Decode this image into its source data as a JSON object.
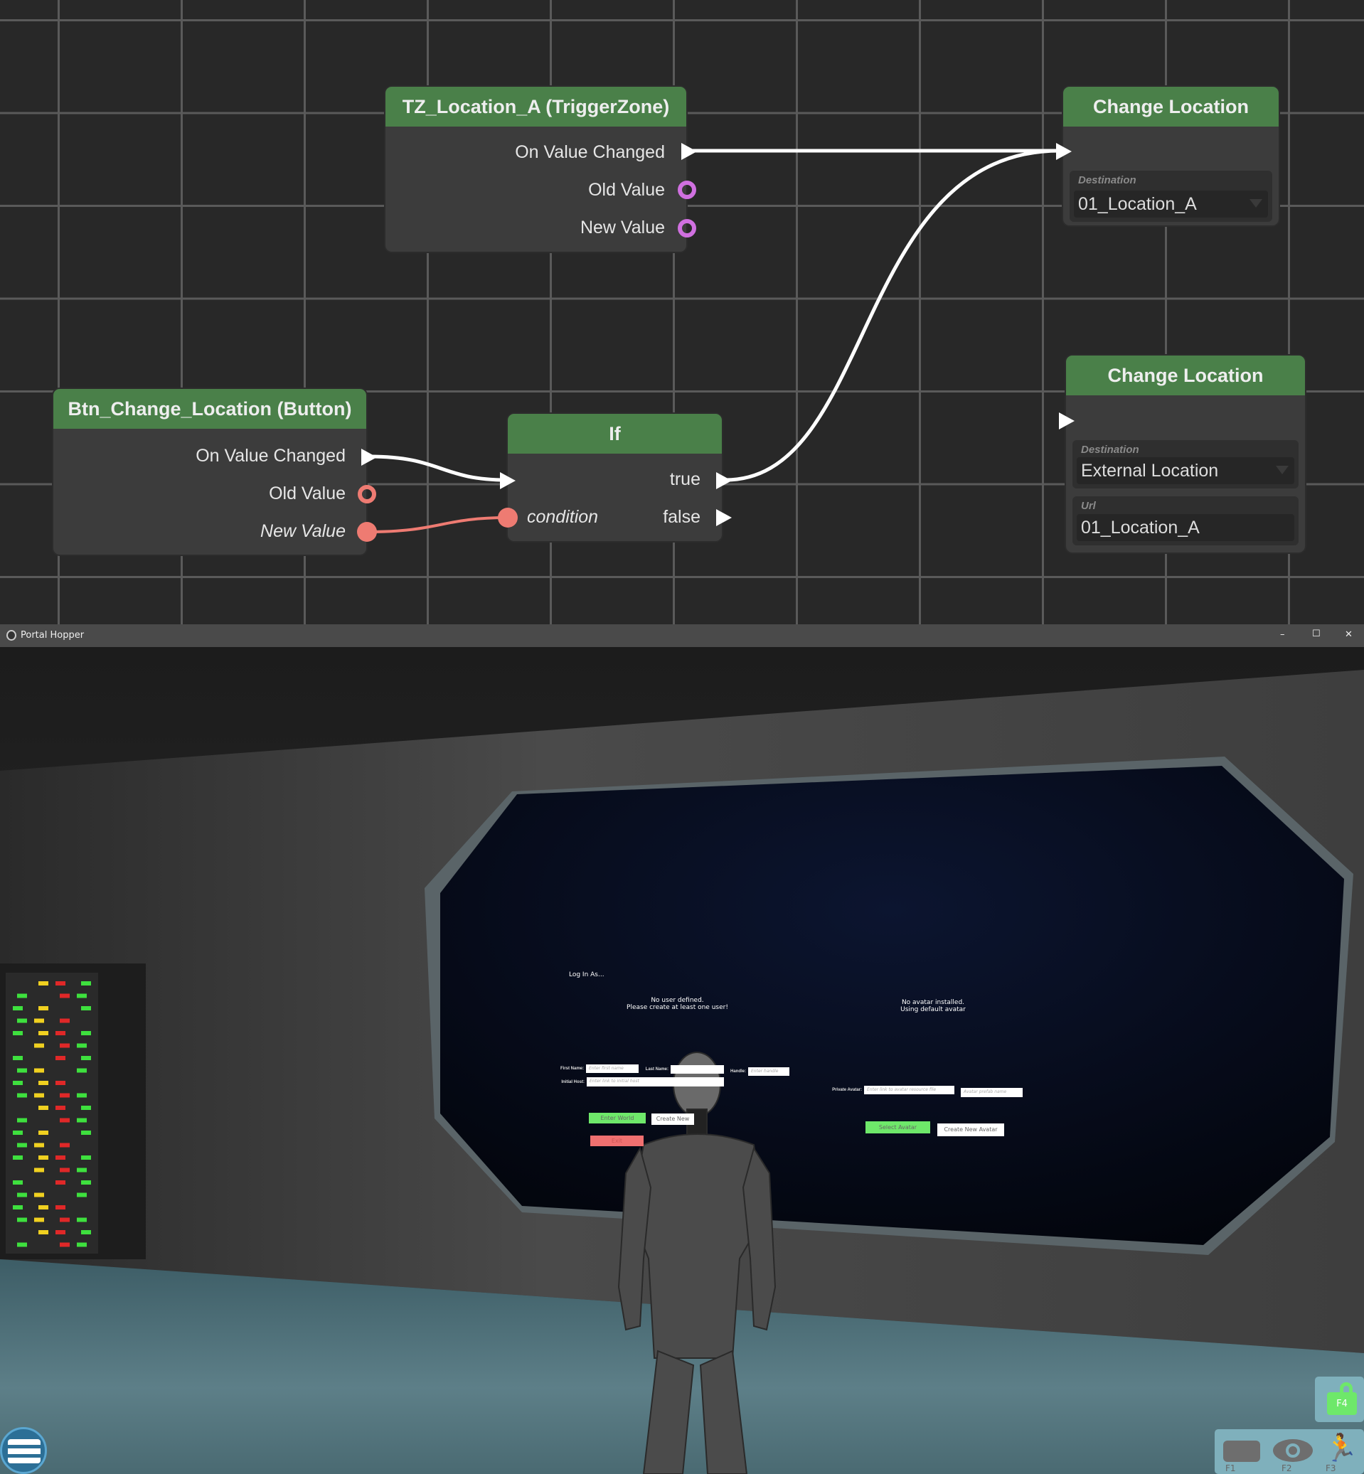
{
  "graph": {
    "tz_node": {
      "title": "TZ_Location_A (TriggerZone)",
      "ports": [
        "On Value Changed",
        "Old Value",
        "New Value"
      ]
    },
    "btn_node": {
      "title": "Btn_Change_Location (Button)",
      "ports": [
        "On Value Changed",
        "Old Value",
        "New Value"
      ]
    },
    "if_node": {
      "title": "If",
      "condition": "condition",
      "true_label": "true",
      "false_label": "false"
    },
    "change1": {
      "title": "Change Location",
      "destination_label": "Destination",
      "destination_value": "01_Location_A"
    },
    "change2": {
      "title": "Change Location",
      "destination_label": "Destination",
      "destination_value": "External Location",
      "url_label": "Url",
      "url_value": "01_Location_A"
    },
    "colors": {
      "header": "#4a8049",
      "node": "#3c3c3c",
      "port_purple": "#d070e0",
      "port_coral": "#ee7b72",
      "wire": "#ffffff"
    }
  },
  "window": {
    "title": "Portal Hopper",
    "minimize": "–",
    "maximize": "☐",
    "close": "✕"
  },
  "login": {
    "heading": "Log In As...",
    "message1": "No user defined.",
    "message2": "Please create at least one user!",
    "first_name_label": "First Name:",
    "first_name_placeholder": "Enter first name",
    "last_name_label": "Last Name:",
    "handle_label": "Handle:",
    "handle_placeholder": "Enter handle",
    "initial_host_label": "Initial Host:",
    "initial_host_placeholder": "Enter link to initial host",
    "enter_world": "Enter World",
    "create_new": "Create New",
    "exit": "Exit"
  },
  "avatar": {
    "message1": "No avatar installed.",
    "message2": "Using default avatar",
    "private_avatar_label": "Private Avatar:",
    "link_placeholder": "Enter link to avatar resource file",
    "prefab_placeholder": "Avatar prefab name",
    "select": "Select Avatar",
    "create": "Create New Avatar"
  },
  "hud": {
    "f1": "F1",
    "f2": "F2",
    "f3": "F3",
    "f4": "F4"
  }
}
